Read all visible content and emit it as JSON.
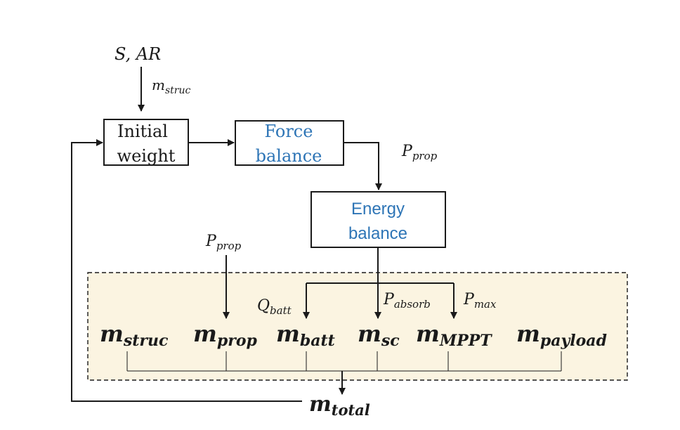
{
  "inputs": {
    "s_ar": "S, AR",
    "m_struc_in": {
      "base": "m",
      "sub": "struc"
    }
  },
  "boxes": {
    "initial_weight": {
      "line1": "Initial",
      "line2": "weight"
    },
    "force_balance": {
      "line1": "Force",
      "line2": "balance"
    },
    "energy_balance": {
      "line1": "Energy",
      "line2": "balance"
    }
  },
  "signals": {
    "p_prop_right": {
      "base": "P",
      "sub": "prop"
    },
    "p_prop_left": {
      "base": "P",
      "sub": "prop"
    },
    "q_batt": {
      "base": "Q",
      "sub": "batt"
    },
    "p_absorb": {
      "base": "P",
      "sub": "absorb"
    },
    "p_max": {
      "base": "P",
      "sub": "max"
    }
  },
  "masses": [
    {
      "base": "m",
      "sub": "struc"
    },
    {
      "base": "m",
      "sub": "prop"
    },
    {
      "base": "m",
      "sub": "batt"
    },
    {
      "base": "m",
      "sub": "sc"
    },
    {
      "base": "m",
      "sub": "MPPT"
    },
    {
      "base": "m",
      "sub": "payload"
    }
  ],
  "total": {
    "base": "m",
    "sub": "total"
  },
  "colors": {
    "accent_blue": "#2e75b6",
    "panel_fill": "#fbf4e1",
    "ink": "#1a1a1a"
  }
}
